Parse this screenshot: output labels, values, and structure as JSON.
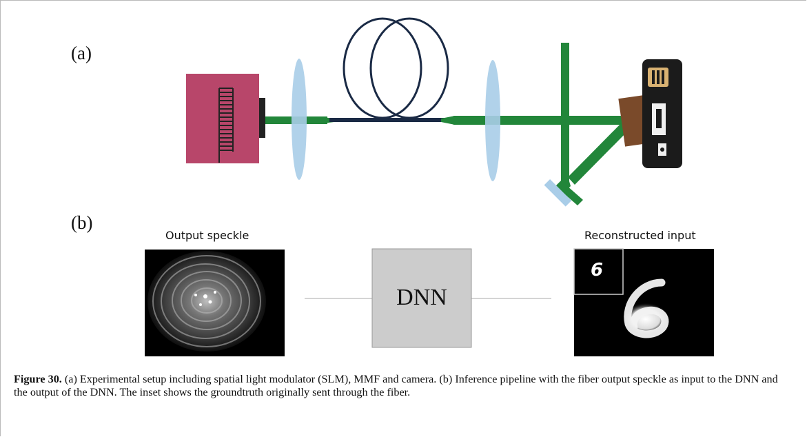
{
  "panel_a": {
    "label": "(a)"
  },
  "panel_b": {
    "label": "(b)",
    "left_title": "Output speckle",
    "center_box": "DNN",
    "right_title": "Reconstructed input",
    "inset_digit": "6"
  },
  "caption": {
    "lead": "Figure 30.",
    "text": " (a) Experimental setup including spatial light modulator (SLM), MMF and camera. (b) Inference pipeline with the fiber output speckle as input to the DNN and the output of the DNN. The inset shows the groundtruth originally sent through the fiber."
  },
  "colors": {
    "beam": "#22863a",
    "fiber": "#1a2a45",
    "lens": "#a9cde8",
    "slm": "#b8466a",
    "dnn_box": "#cccccc"
  }
}
